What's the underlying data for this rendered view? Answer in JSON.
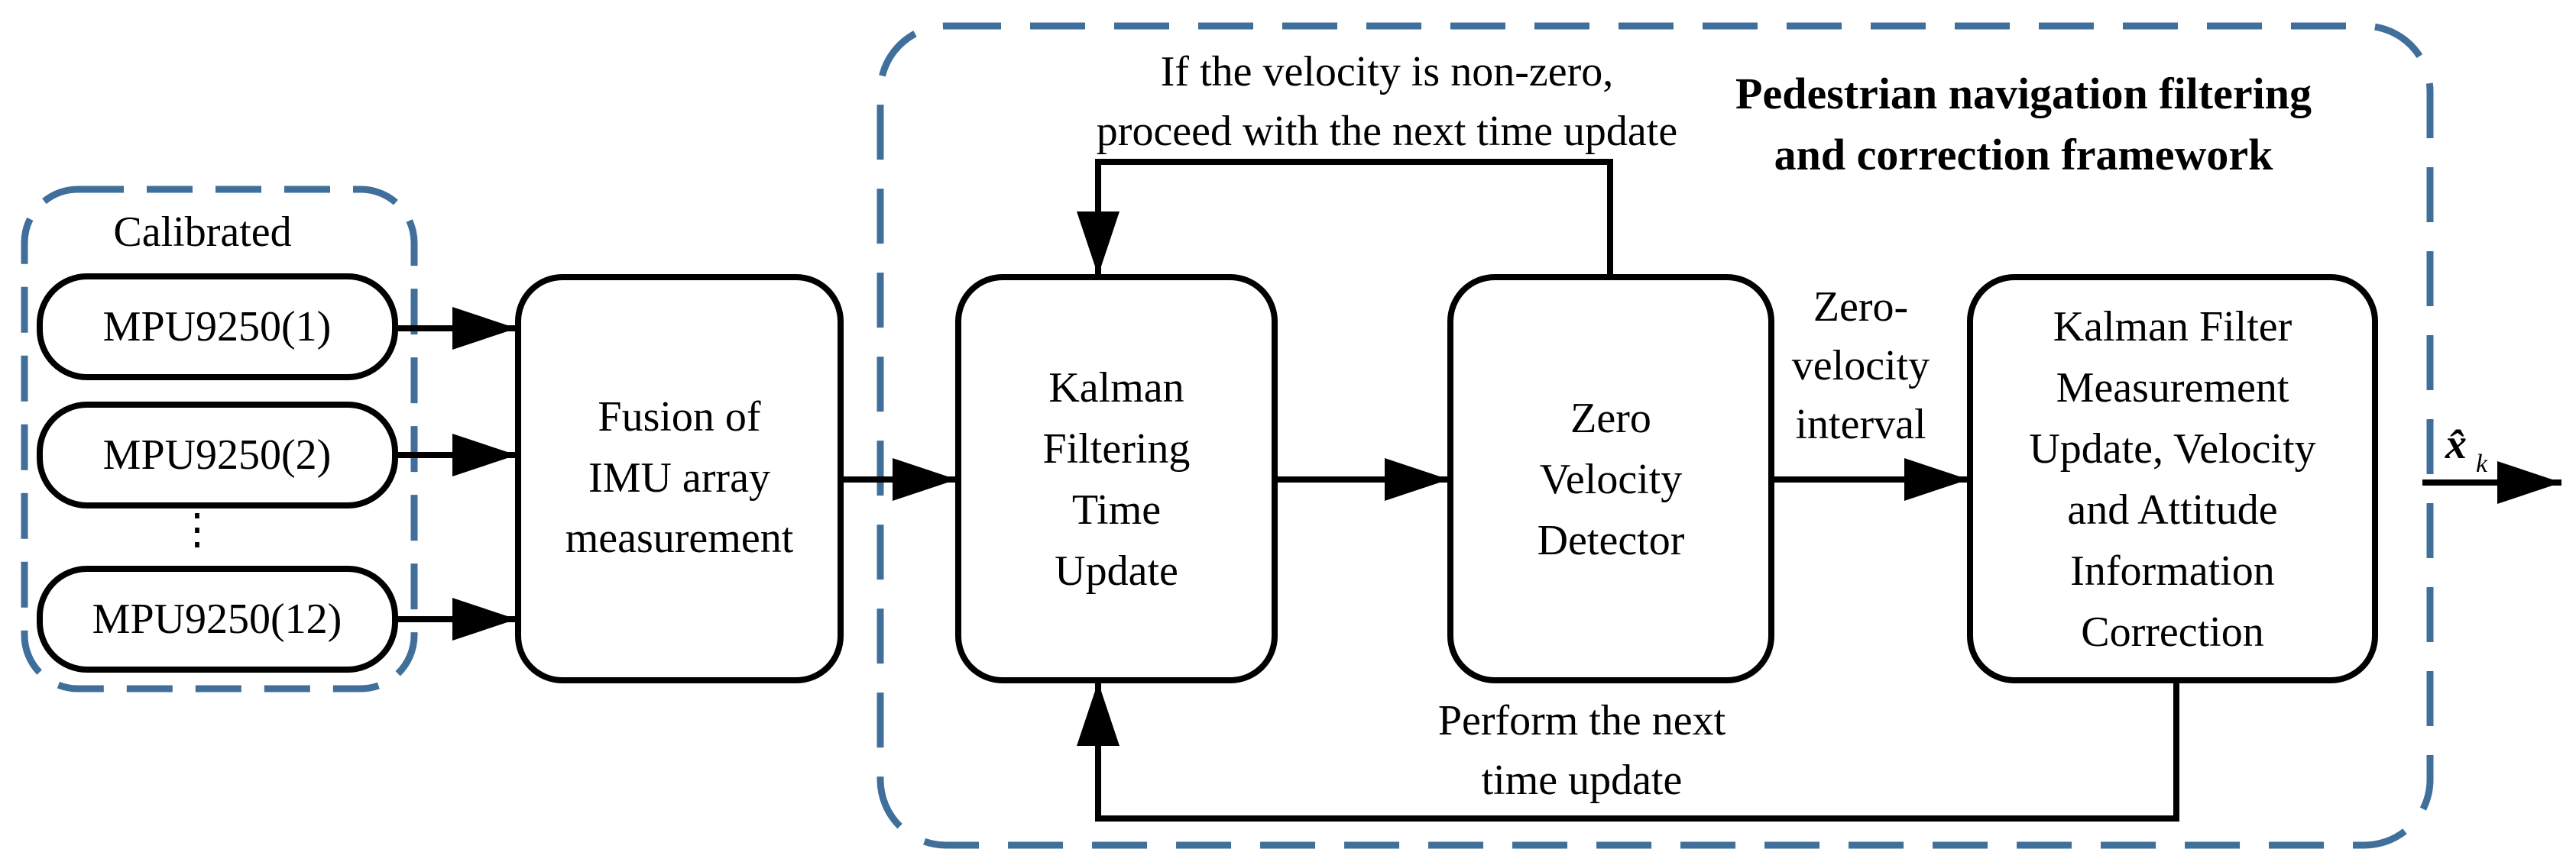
{
  "colors": {
    "dashed_border": "#3f6f9a",
    "line": "#000000",
    "box_fill": "#ffffff"
  },
  "calibrated_group": {
    "label": "Calibrated",
    "sensors": [
      "MPU9250(1)",
      "MPU9250(2)",
      "MPU9250(12)"
    ],
    "ellipsis": "⋮"
  },
  "fusion_box": {
    "lines": [
      "Fusion of",
      "IMU array",
      "measurement"
    ]
  },
  "framework": {
    "title_lines": [
      "Pedestrian navigation filtering",
      "and correction framework"
    ]
  },
  "time_update_box": {
    "lines": [
      "Kalman",
      "Filtering",
      "Time",
      "Update"
    ]
  },
  "zv_detector_box": {
    "lines": [
      "Zero",
      "Velocity",
      "Detector"
    ]
  },
  "measurement_update_box": {
    "lines": [
      "Kalman Filter",
      "Measurement",
      "Update, Velocity",
      "and Attitude",
      "Information",
      "Correction"
    ]
  },
  "annotations": {
    "nonzero_feedback": [
      "If the velocity is non-zero,",
      "proceed with the next time update"
    ],
    "zero_interval": [
      "Zero-",
      "velocity",
      "interval"
    ],
    "next_update": [
      "Perform the next",
      "time update"
    ]
  },
  "output": {
    "symbol": "x̂",
    "subscript": "k"
  }
}
